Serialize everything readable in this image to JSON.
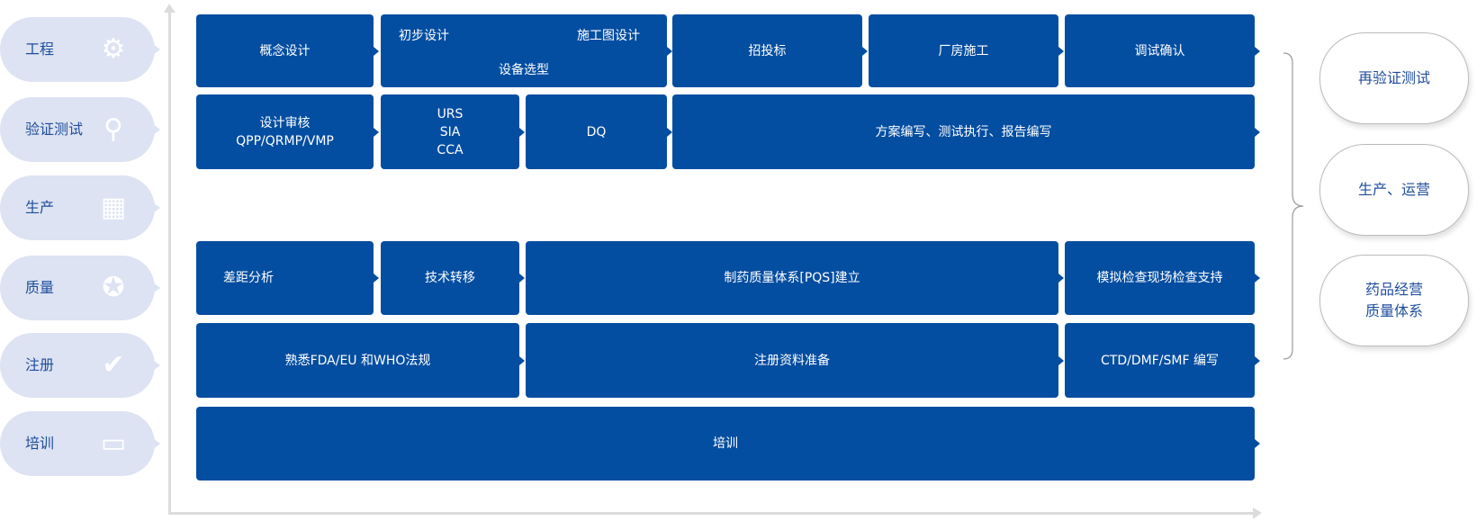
{
  "categories": [
    {
      "label": "工程",
      "icon": "gear-wrench-icon"
    },
    {
      "label": "验证测试",
      "icon": "magnifier-icon"
    },
    {
      "label": "生产",
      "icon": "factory-icon"
    },
    {
      "label": "质量",
      "icon": "award-badge-icon"
    },
    {
      "label": "注册",
      "icon": "check-circle-icon"
    },
    {
      "label": "培训",
      "icon": "presentation-icon"
    }
  ],
  "row1": {
    "concept": "概念设计",
    "prelim": "初步设计",
    "construction_drawing": "施工图设计",
    "equipment": "设备选型",
    "bidding": "招投标",
    "plant": "厂房施工",
    "commissioning": "调试确认"
  },
  "row2": {
    "review": "设计审核",
    "review_sub": "QPP/QRMP/VMP",
    "urs": "URS",
    "sia": "SIA",
    "cca": "CCA",
    "dq": "DQ",
    "plan": "方案编写、测试执行、报告编写"
  },
  "row3": {
    "gap": "差距分析",
    "transfer": "技术转移",
    "pqs": "制药质量体系[PQS]建立",
    "mock": "模拟检查现场检查支持"
  },
  "row4": {
    "regs": "熟悉FDA/EU 和WHO法规",
    "reg_prep": "注册资料准备",
    "ctd": "CTD/DMF/SMF 编写"
  },
  "row5": {
    "training": "培训"
  },
  "outcomes": {
    "revalidation": "再验证测试",
    "operations": "生产、运营",
    "qms_line1": "药品经营",
    "qms_line2": "质量体系"
  }
}
